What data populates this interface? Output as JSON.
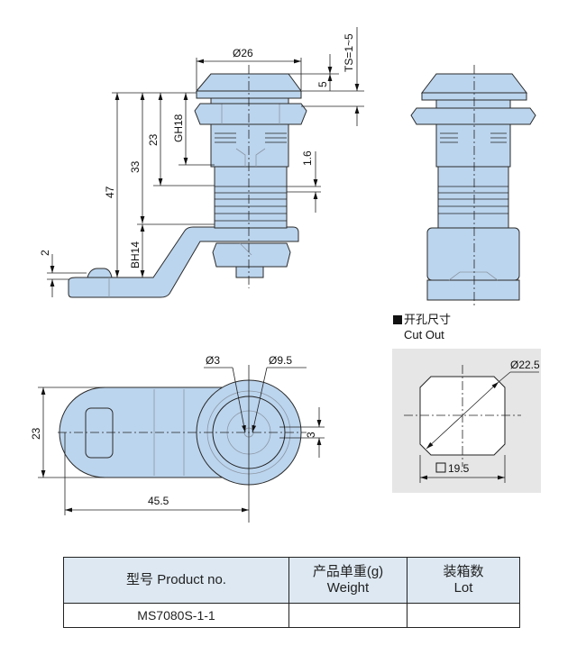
{
  "drawing": {
    "title": "MS7080S cam lock dimensional drawing",
    "side_view_dims": {
      "head_diameter": "Ø26",
      "head_height": "5",
      "ts": "TS=1~5",
      "gh": "GH18",
      "d23": "23",
      "d33": "33",
      "d47": "47",
      "bh": "BH14",
      "cam_thickness": "2",
      "d1_6": "1.6"
    },
    "bottom_view_dims": {
      "key_d": "Ø3",
      "core_d": "Ø9.5",
      "width": "23",
      "length": "45.5",
      "slot": "3"
    },
    "cutout": {
      "title_cn": "开孔尺寸",
      "title_en": "Cut Out",
      "diameter": "Ø22.5",
      "square": "19.5"
    }
  },
  "table": {
    "headers": [
      {
        "cn": "型号",
        "en": "Product no."
      },
      {
        "cn": "产品单重(g)",
        "en": "Weight"
      },
      {
        "cn": "装箱数",
        "en": "Lot"
      }
    ],
    "rows": [
      {
        "product": "MS7080S-1-1",
        "weight": "",
        "lot": ""
      }
    ]
  },
  "colors": {
    "part_fill": "#bcd5ee",
    "header_fill": "#dde8f2",
    "cutout_bg": "#e6e6e6"
  }
}
